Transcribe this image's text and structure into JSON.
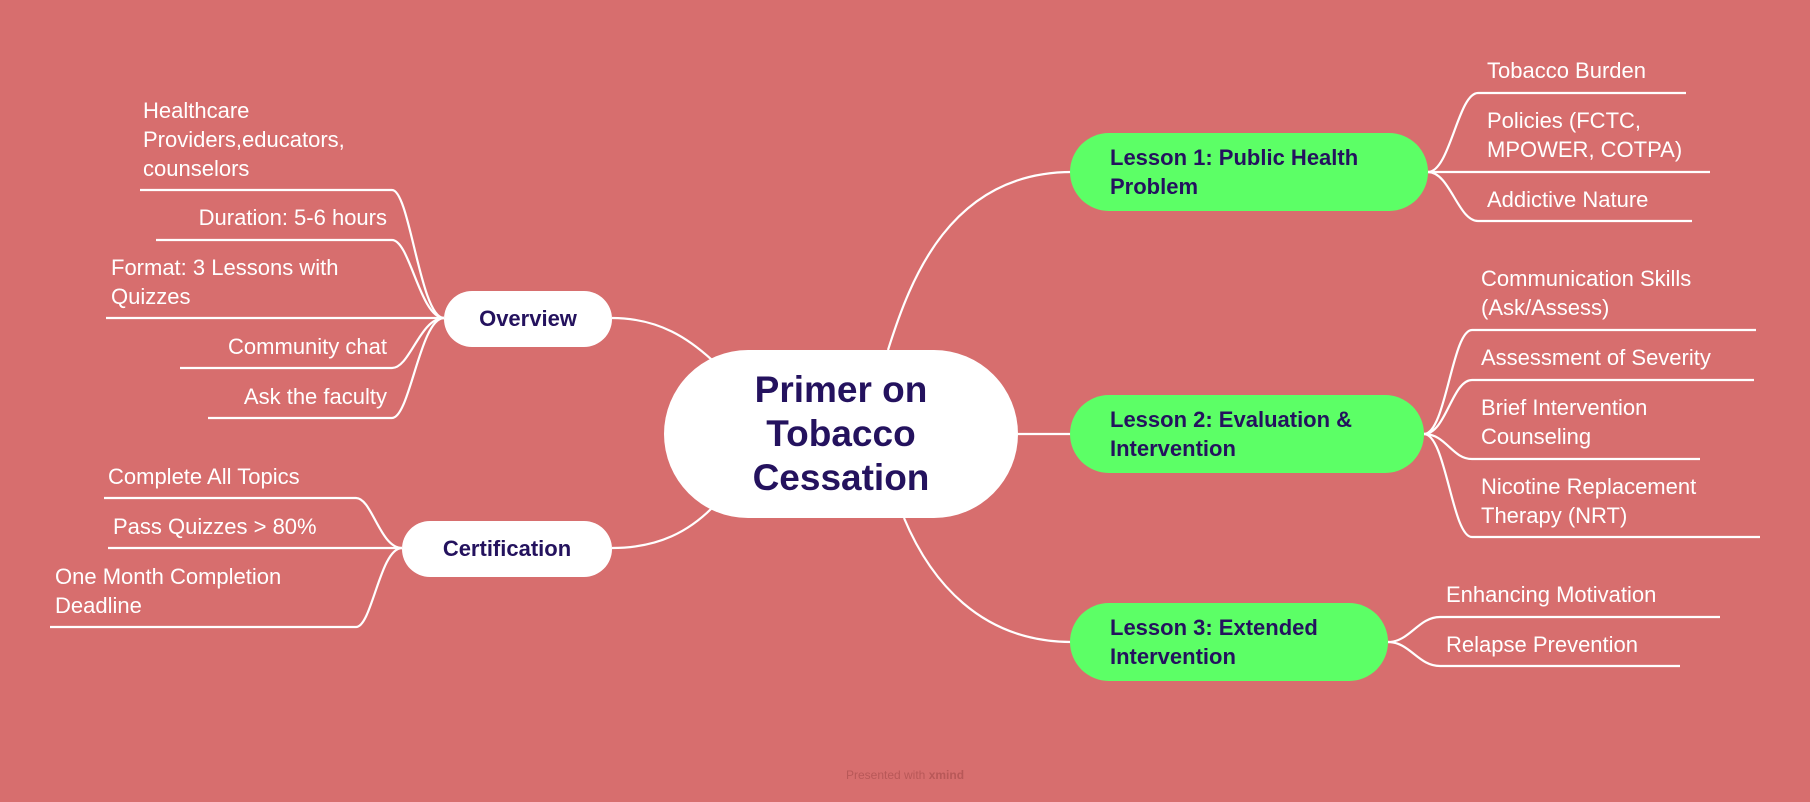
{
  "central_topic": "Primer on\nTobacco\nCessation",
  "branches": {
    "overview": {
      "label": "Overview",
      "children": [
        "Healthcare\nProviders,educators,\ncounselors",
        "Duration: 5-6 hours",
        "Format: 3 Lessons with\nQuizzes",
        "Community chat",
        "Ask the faculty"
      ]
    },
    "certification": {
      "label": "Certification",
      "children": [
        "Complete All Topics",
        "Pass Quizzes > 80%",
        "One Month Completion\nDeadline"
      ]
    },
    "lesson1": {
      "label": "Lesson 1: Public Health\nProblem",
      "children": [
        "Tobacco Burden",
        "Policies (FCTC,\nMPOWER, COTPA)",
        "Addictive Nature"
      ]
    },
    "lesson2": {
      "label": "Lesson 2: Evaluation &\nIntervention",
      "children": [
        "Communication Skills\n(Ask/Assess)",
        "Assessment of Severity",
        "Brief Intervention\nCounseling",
        "Nicotine Replacement\nTherapy (NRT)"
      ]
    },
    "lesson3": {
      "label": "Lesson 3: Extended\nIntervention",
      "children": [
        "Enhancing Motivation",
        "Relapse Prevention"
      ]
    }
  },
  "footer": {
    "prefix": "Presented with ",
    "brand": "xmind"
  },
  "colors": {
    "background": "#D76E6E",
    "node_text": "#24125E",
    "lesson_fill": "#5CFF66",
    "branch_fill": "#FFFFFF",
    "connector": "#FFFFFF"
  }
}
